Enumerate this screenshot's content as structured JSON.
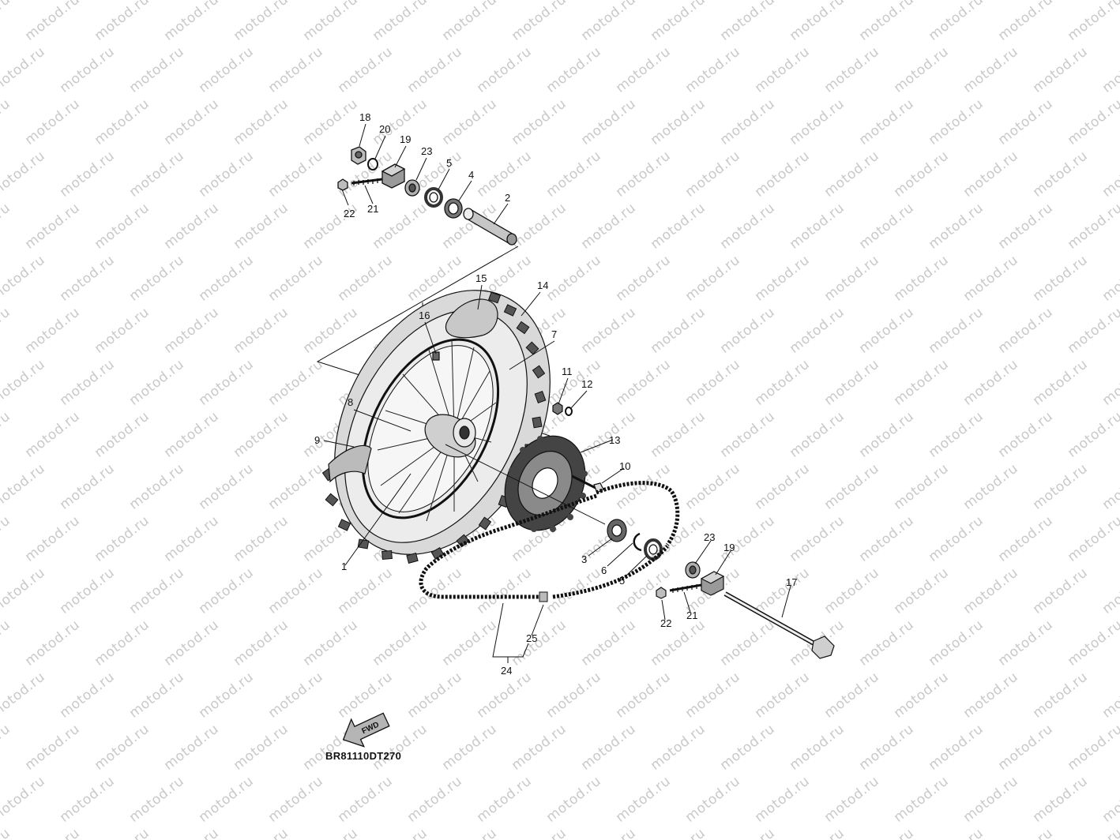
{
  "watermark": {
    "text": "motod.ru"
  },
  "diagram": {
    "reference_code": "BR81110DT270",
    "direction_label": "FWD",
    "callouts": [
      {
        "id": "c18a",
        "label": "18"
      },
      {
        "id": "c20a",
        "label": "20"
      },
      {
        "id": "c19a",
        "label": "19"
      },
      {
        "id": "c23a",
        "label": "23"
      },
      {
        "id": "c5a",
        "label": "5"
      },
      {
        "id": "c4a",
        "label": "4"
      },
      {
        "id": "c2",
        "label": "2"
      },
      {
        "id": "c22a",
        "label": "22"
      },
      {
        "id": "c21a",
        "label": "21"
      },
      {
        "id": "c15",
        "label": "15"
      },
      {
        "id": "c14",
        "label": "14"
      },
      {
        "id": "c16",
        "label": "16"
      },
      {
        "id": "c7",
        "label": "7"
      },
      {
        "id": "c11",
        "label": "11"
      },
      {
        "id": "c12",
        "label": "12"
      },
      {
        "id": "c8",
        "label": "8"
      },
      {
        "id": "c13",
        "label": "13"
      },
      {
        "id": "c9",
        "label": "9"
      },
      {
        "id": "c10",
        "label": "10"
      },
      {
        "id": "c3",
        "label": "3"
      },
      {
        "id": "c6",
        "label": "6"
      },
      {
        "id": "c5b",
        "label": "5"
      },
      {
        "id": "c23b",
        "label": "23"
      },
      {
        "id": "c19b",
        "label": "19"
      },
      {
        "id": "c17",
        "label": "17"
      },
      {
        "id": "c1",
        "label": "1"
      },
      {
        "id": "c22b",
        "label": "22"
      },
      {
        "id": "c21b",
        "label": "21"
      },
      {
        "id": "c25",
        "label": "25"
      },
      {
        "id": "c24",
        "label": "24"
      }
    ]
  }
}
